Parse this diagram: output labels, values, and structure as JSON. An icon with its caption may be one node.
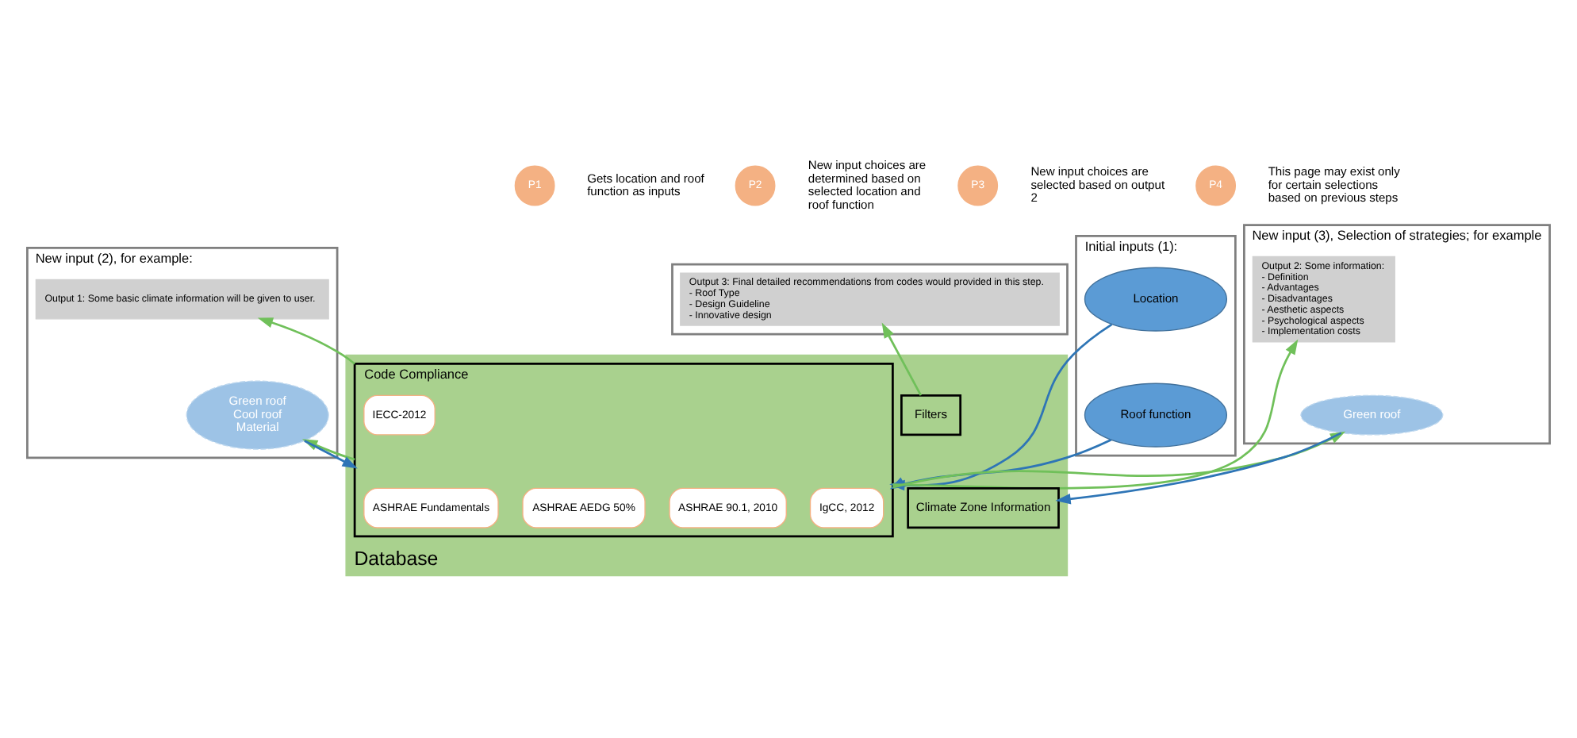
{
  "diagram": {
    "nodes": [
      {
        "text": [
          "P1"
        ],
        "beside": [
          "Gets location and roof function as inputs"
        ]
      },
      {
        "text": [
          "P2"
        ],
        "beside": [
          "New input choices are determined based on selected location and roof function"
        ]
      },
      {
        "text": [
          "P3"
        ],
        "beside": [
          "New input choices are selected based on output 2"
        ]
      },
      {
        "text": [
          "P4"
        ],
        "beside": [
          "This page may exist only for certain selections based on previous steps"
        ]
      },
      {
        "text": [
          "Initial inputs (1):"
        ]
      },
      {
        "text": [
          "Location"
        ],
        "in": 4
      },
      {
        "text": [
          "Roof function"
        ],
        "in": 4
      },
      {
        "text": [
          "New input (2), for example:"
        ]
      },
      {
        "text": [
          "Output 1: Some basic climate information will be given to user."
        ],
        "in": 7
      },
      {
        "text": [
          "Green roof",
          "Cool roof",
          "Material"
        ],
        "in": 7
      },
      {
        "text": [
          "New input (3), Selection of strategies; for example"
        ]
      },
      {
        "text": [
          "Output 2: Some information:",
          "- Definition",
          "- Advantages",
          "- Disadvantages",
          "- Aesthetic aspects",
          "- Psychological aspects",
          "- Implementation costs"
        ],
        "in": 10
      },
      {
        "text": [
          "Green roof"
        ],
        "in": 10
      },
      {
        "text": [],
        "shape": "box"
      },
      {
        "text": [
          "Output 3: Final detailed recommendations from codes would provided in this step.",
          "- Roof Type",
          "- Design Guideline",
          "- Innovative design"
        ],
        "in": 13
      },
      {
        "text": [
          "Database"
        ]
      },
      {
        "text": [
          "Code Compliance"
        ],
        "in": 15
      },
      {
        "text": [
          "ASHRAE 90.1, 2010"
        ],
        "in": 16
      },
      {
        "text": [
          "IgCC, 2012"
        ],
        "in": 16
      },
      {
        "text": [
          "IECC-2012"
        ],
        "in": 16
      },
      {
        "text": [
          "ASHRAE AEDG 50%"
        ],
        "in": 16
      },
      {
        "text": [
          "ASHRAE Fundamentals"
        ],
        "in": 16
      },
      {
        "text": [
          "Climate Zone Information"
        ],
        "in": 15
      },
      {
        "text": [
          "Filters"
        ],
        "in": 15
      }
    ],
    "edges": [
      {
        "from": 5,
        "to": 16,
        "arrow": "to",
        "color": "#2e75b6"
      },
      {
        "from": 6,
        "to": 16,
        "arrow": "to",
        "color": "#2e75b6"
      },
      {
        "from": 16,
        "to": 8,
        "arrow": "to"
      },
      {
        "from": 16,
        "to": 9,
        "arrow": "to"
      },
      {
        "from": 9,
        "to": 16,
        "arrow": "to",
        "color": "#2e75b6"
      },
      {
        "from": 16,
        "to": 11,
        "arrow": "to"
      },
      {
        "from": 16,
        "to": 12,
        "arrow": "to"
      },
      {
        "from": 12,
        "to": 22,
        "arrow": "to",
        "color": "#2e75b6"
      },
      {
        "from": 23,
        "to": 14,
        "arrow": "to"
      }
    ]
  }
}
